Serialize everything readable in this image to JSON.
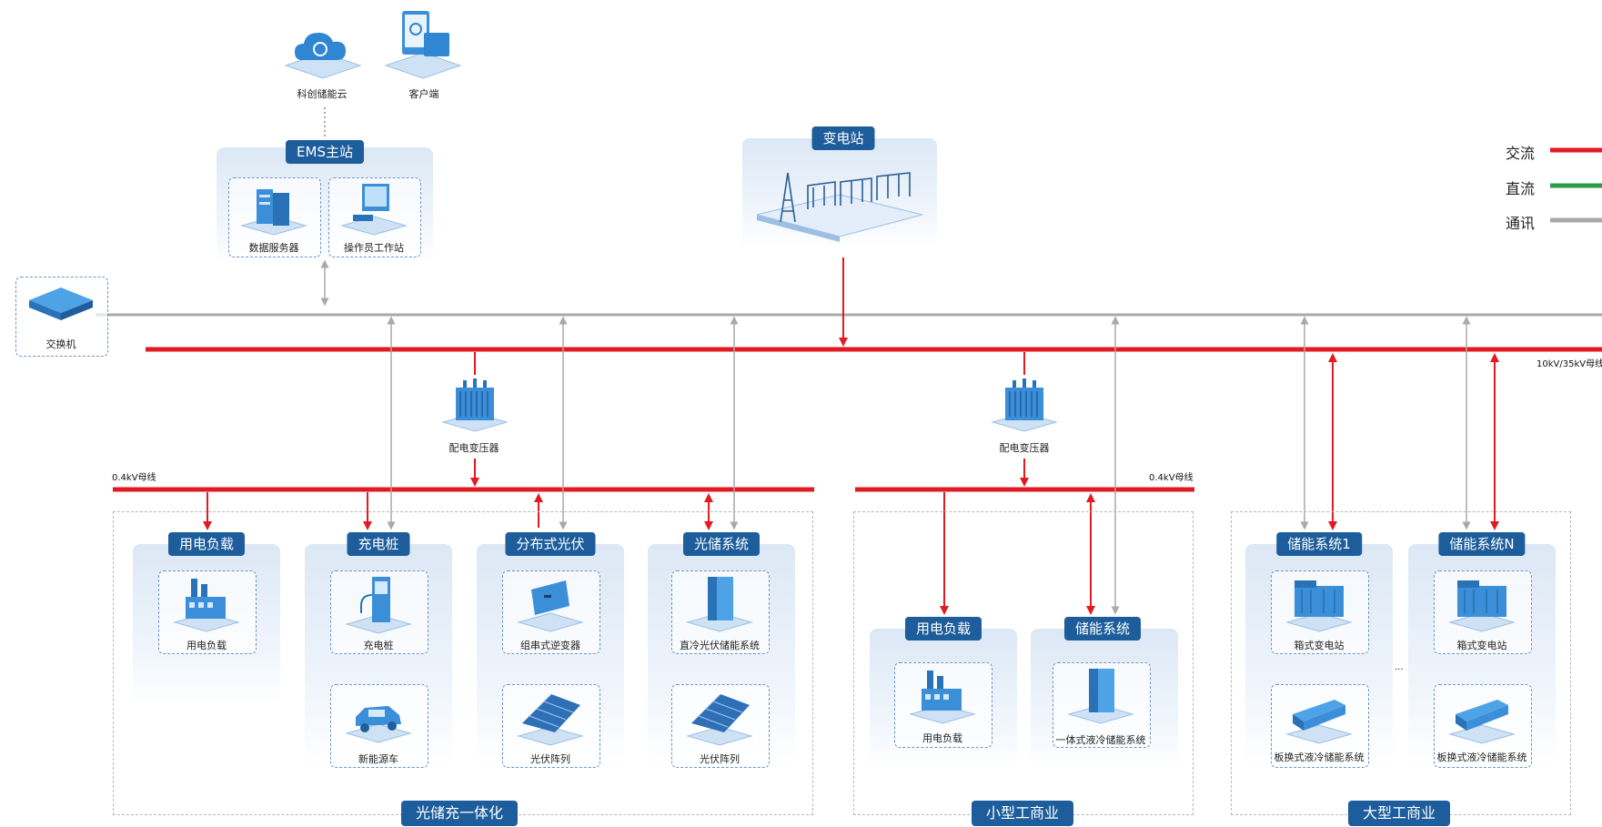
{
  "top": {
    "cloud_label": "科创储能云",
    "client_label": "客户端"
  },
  "ems": {
    "title": "EMS主站",
    "server_label": "数据服务器",
    "workstation_label": "操作员工作站"
  },
  "switch_label": "交换机",
  "substation": {
    "title": "变电站"
  },
  "legend": {
    "ac": "交流",
    "dc": "直流",
    "comm": "通讯",
    "ac_color": "#e21a22",
    "dc_color": "#2e9a45",
    "comm_color": "#a9a9a9"
  },
  "bus": {
    "main": "10kV/35kV母线",
    "low_left": "0.4kV母线",
    "low_mid": "0.4kV母线"
  },
  "transformer_label": "配电变压器",
  "group1": {
    "name": "光储充一体化",
    "load": {
      "title": "用电负载",
      "item": "用电负载"
    },
    "charger": {
      "title": "充电桩",
      "item": "充电桩",
      "sub": "新能源车"
    },
    "pv": {
      "title": "分布式光伏",
      "item": "组串式逆变器",
      "sub": "光伏阵列"
    },
    "storage": {
      "title": "光储系统",
      "item": "直冷光伏储能系统",
      "sub": "光伏阵列"
    }
  },
  "group2": {
    "name": "小型工商业",
    "load": {
      "title": "用电负载",
      "item": "用电负载"
    },
    "storage": {
      "title": "储能系统",
      "item": "一体式液冷储能系统"
    }
  },
  "group3": {
    "name": "大型工商业",
    "s1": {
      "title": "储能系统1",
      "item": "箱式变电站",
      "sub": "板换式液冷储能系统"
    },
    "sn": {
      "title": "储能系统N",
      "item": "箱式变电站",
      "sub": "板换式液冷储能系统"
    },
    "ellipsis": "..."
  }
}
